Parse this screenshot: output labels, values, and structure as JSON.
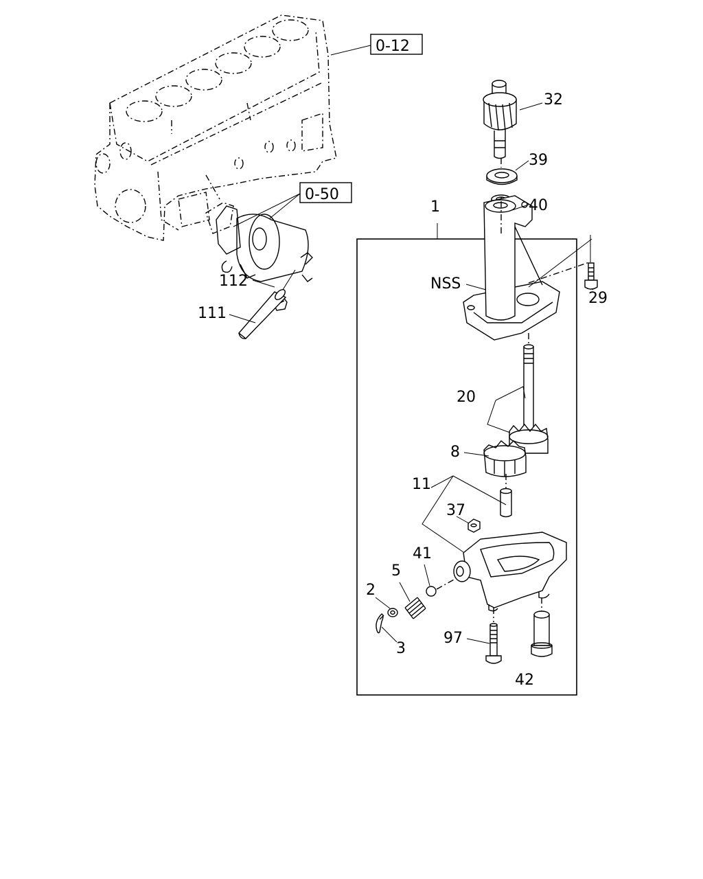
{
  "diagram": {
    "reference_labels": {
      "engine_block": "0-12",
      "oil_filter": "0-50"
    },
    "parts": {
      "p1": "1",
      "p2": "2",
      "p3": "3",
      "p5": "5",
      "p8": "8",
      "p11": "11",
      "p20": "20",
      "p29": "29",
      "p32": "32",
      "p37": "37",
      "p39": "39",
      "p40": "40",
      "p41": "41",
      "p42": "42",
      "p97": "97",
      "p111": "111",
      "p112": "112",
      "nss": "NSS"
    }
  }
}
